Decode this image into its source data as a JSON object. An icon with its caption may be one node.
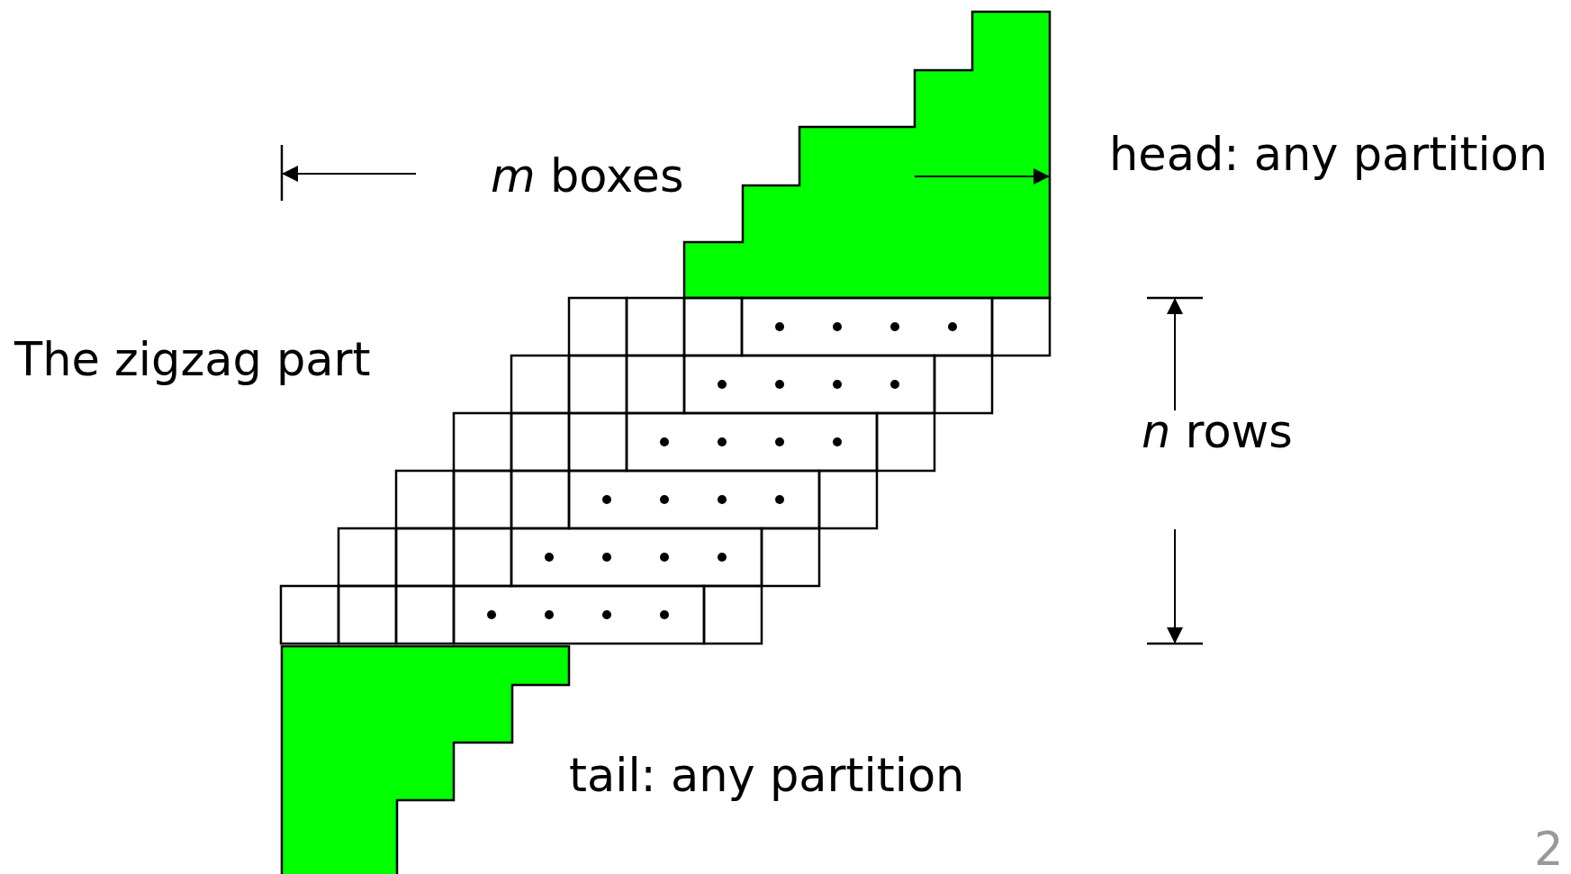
{
  "diagram": {
    "labels": [
      "*m* boxes",
      "head: any partition",
      "The zigzag part",
      "*n* rows",
      "tail: any partition",
      "2"
    ]
  }
}
